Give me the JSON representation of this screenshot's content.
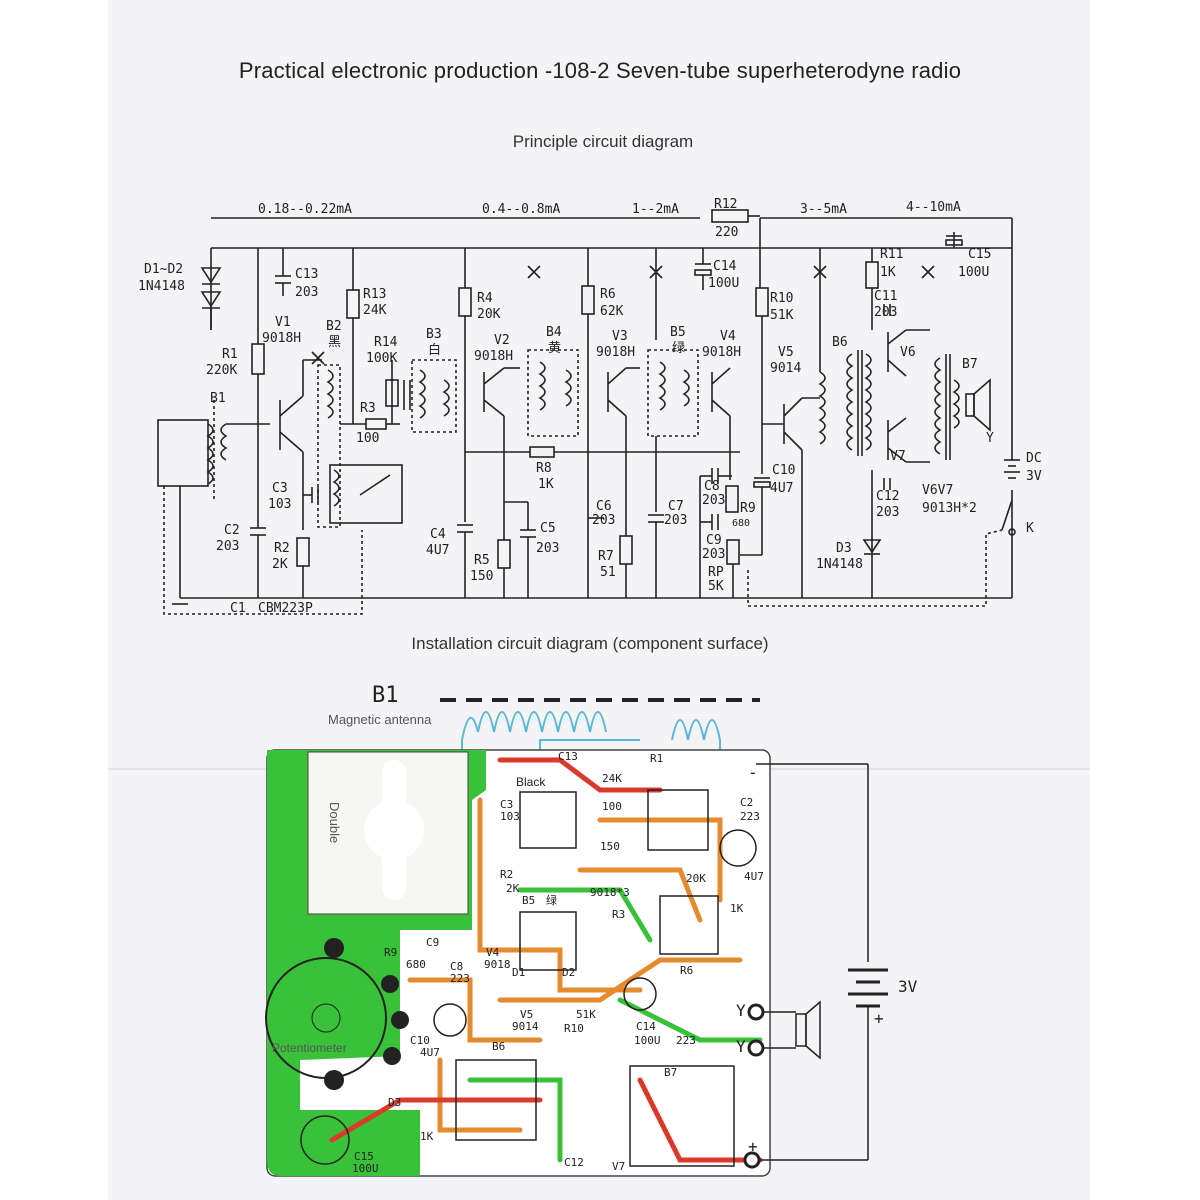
{
  "title": "Practical electronic production -108-2 Seven-tube superheterodyne radio",
  "schematic": {
    "heading": "Principle circuit diagram",
    "currents": [
      "0.18--0.22mA",
      "0.4--0.8mA",
      "1--2mA",
      "3--5mA",
      "4--10mA"
    ],
    "components": {
      "d1d2": "D1~D2",
      "d1d2_type": "1N4148",
      "c13": "C13",
      "c13_val": "203",
      "r13": "R13",
      "r13_val": "24K",
      "r4": "R4",
      "r4_val": "20K",
      "r6": "R6",
      "r6_val": "62K",
      "c14": "C14",
      "c14_val": "100U",
      "r12": "R12",
      "r12_val": "220",
      "r10": "R10",
      "r10_val": "51K",
      "r11": "R11",
      "r11_val": "1K",
      "c15": "C15",
      "c15_val": "100U",
      "c11": "C11",
      "c11_val": "203",
      "r1": "R1",
      "r1_val": "220K",
      "v1": "V1",
      "v1_type": "9018H",
      "b2": "B2",
      "b2_color": "黑",
      "r14": "R14",
      "r14_val": "100K",
      "b3": "B3",
      "b3_color": "白",
      "v2": "V2",
      "v2_type": "9018H",
      "b4": "B4",
      "b4_color": "黄",
      "v3": "V3",
      "v3_type": "9018H",
      "b5": "B5",
      "b5_color": "绿",
      "v4": "V4",
      "v4_type": "9018H",
      "v5": "V5",
      "v5_type": "9014",
      "b6": "B6",
      "v6": "V6",
      "b7": "B7",
      "b1": "B1",
      "r3": "R3",
      "r3_val": "100",
      "r8": "R8",
      "r8_val": "1K",
      "c3": "C3",
      "c3_val": "103",
      "c2": "C2",
      "c2_val": "203",
      "r2": "R2",
      "r2_val": "2K",
      "c4": "C4",
      "c4_val": "4U7",
      "r5": "R5",
      "r5_val": "150",
      "c5": "C5",
      "c5_val": "203",
      "c6": "C6",
      "c6_val": "203",
      "r7": "R7",
      "r7_val": "51",
      "c7": "C7",
      "c7_val": "203",
      "c8": "C8",
      "c8_val": "203",
      "c9": "C9",
      "c9_val": "203",
      "r9": "R9",
      "r9_val": "680",
      "rp": "RP",
      "rp_val": "5K",
      "c10": "C10",
      "c10_val": "4U7",
      "v7": "V7",
      "c12": "C12",
      "c12_val": "203",
      "v6v7": "V6V7",
      "v6v7_type": "9013H*2",
      "d3": "D3",
      "d3_type": "1N4148",
      "dc": "DC",
      "dc_val": "3V",
      "k": "K",
      "y": "Y",
      "c1": "C1",
      "c1_type": "CBM223P"
    }
  },
  "pcb": {
    "heading": "Installation circuit diagram (component surface)",
    "b1": "B1",
    "antenna": "Magnetic antenna",
    "black": "Black",
    "double": "Double",
    "potentiometer": "Potentiometer",
    "voltage": "3V",
    "y1": "Y",
    "y2": "Y",
    "minus": "-",
    "plus1": "+",
    "plus2": "+",
    "parts": {
      "r13": "24K",
      "r14": "100",
      "c3": "C3",
      "c3v": "103",
      "r2": "R2",
      "r2v": "2K",
      "r5": "150",
      "b5": "B5",
      "b5c": "绿",
      "v4": "V4",
      "v4t": "9018",
      "v9018": "9018*3",
      "r4": "20K",
      "r8": "1K",
      "r6": "R6",
      "r10": "R10",
      "r10v": "51K",
      "v5": "V5",
      "v5t": "9014",
      "b6": "B6",
      "c10": "C10",
      "c10v": "4U7",
      "r9": "R9",
      "r9v": "680",
      "c9": "C9",
      "c8": "C8",
      "c8v": "223",
      "c15": "C15",
      "c15v": "100U",
      "d3": "D3",
      "r11": "1K",
      "c14": "C14",
      "c14v": "100U",
      "c7v": "223",
      "c2": "C2",
      "c2v": "223",
      "b7": "B7",
      "c12": "C12",
      "v7": "V7",
      "r1": "R1",
      "c13": "C13",
      "d1": "D1",
      "d2": "D2",
      "r3": "R3",
      "c4v": "4U7"
    }
  }
}
